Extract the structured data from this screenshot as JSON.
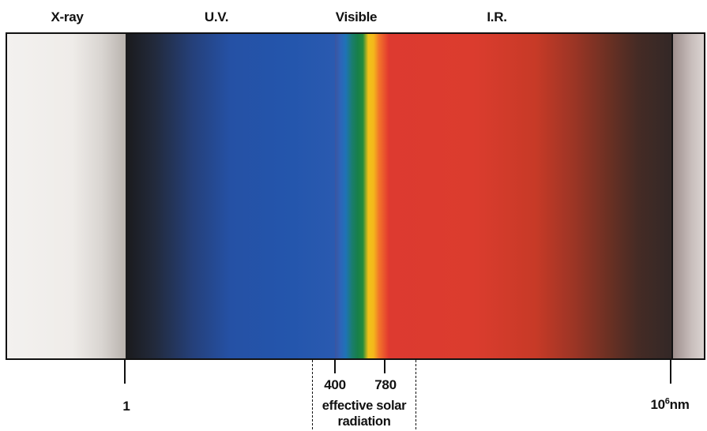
{
  "bands": {
    "xray": "X-ray",
    "uv": "U.V.",
    "visible": "Visible",
    "ir": "I.R."
  },
  "axis": {
    "left_value": "1",
    "visible_start": "400",
    "visible_end": "780",
    "right_base": "10",
    "right_exponent": "6",
    "right_unit": "nm"
  },
  "solar_label": {
    "line1": "effective solar",
    "line2": "radiation"
  },
  "colors": {
    "xray": "#f1eeeb",
    "uv": "#2456ad",
    "visible_green": "#177f4a",
    "visible_yellow": "#f0c21a",
    "ir_red": "#db3c2e",
    "ir_dark": "#332826"
  }
}
